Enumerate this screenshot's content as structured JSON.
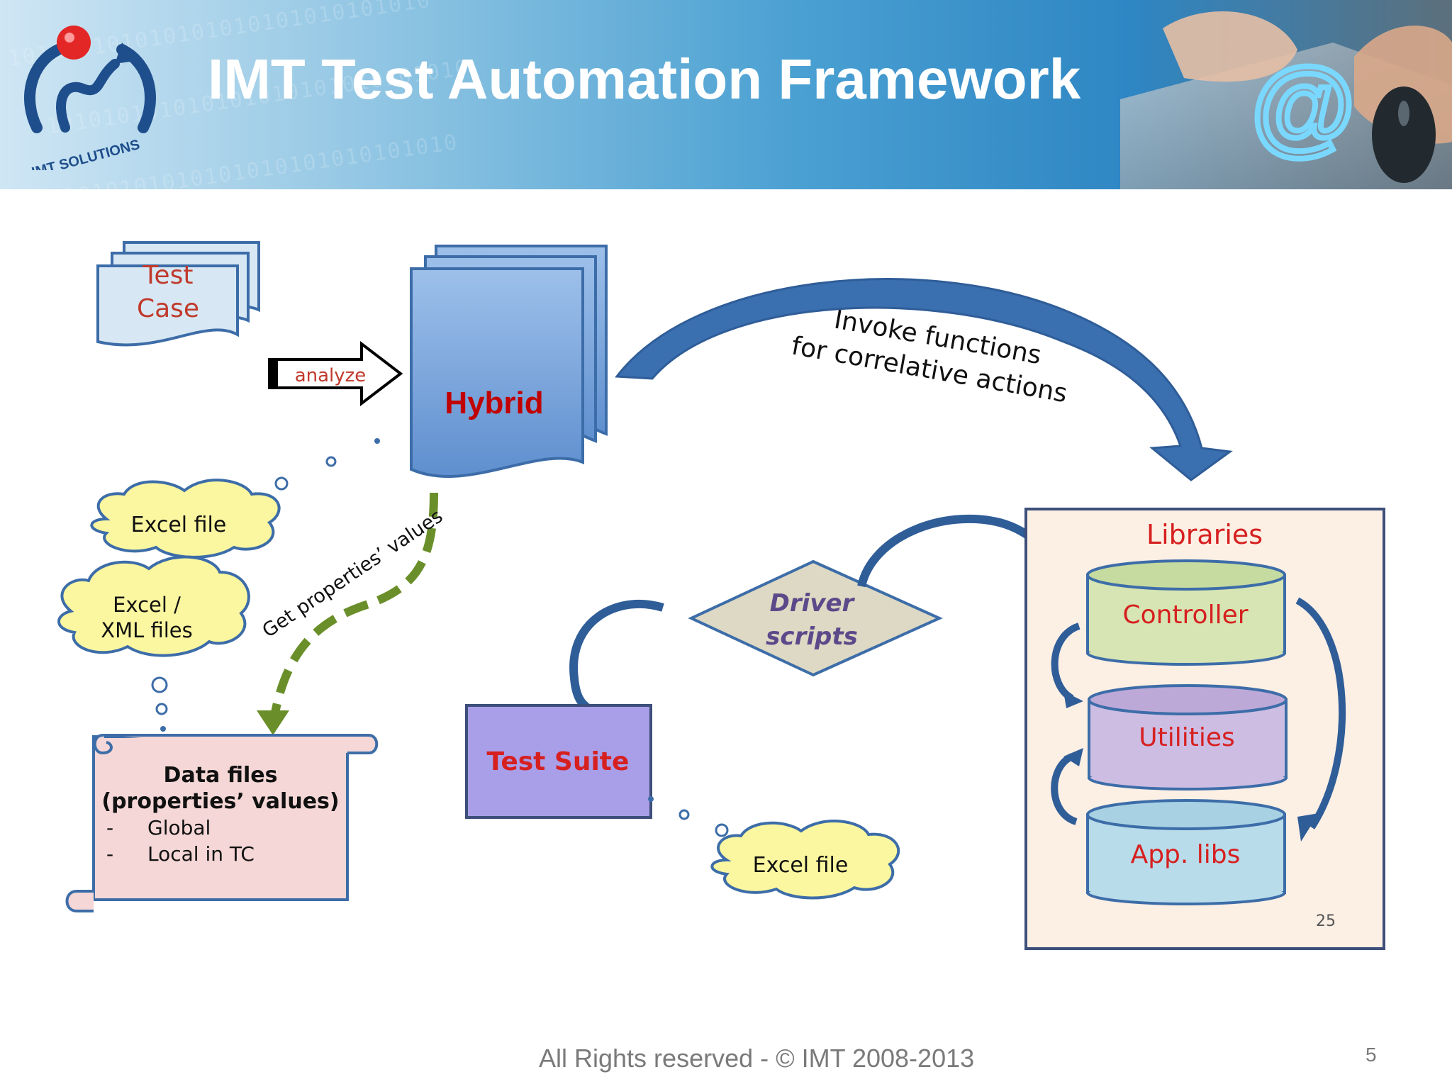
{
  "header": {
    "title": "IMT Test Automation Framework",
    "logo_text": "IMT SOLUTIONS",
    "binary_background": "101010101010101010101010101010",
    "at_symbol": "@"
  },
  "diagram": {
    "test_case": [
      "Test",
      "Case"
    ],
    "analyze_label": "analyze",
    "hybrid_label": "Hybrid",
    "invoke_label": [
      "Invoke functions",
      "for correlative actions"
    ],
    "excel_file_top": "Excel file",
    "excel_xml": [
      "Excel /",
      "XML files"
    ],
    "get_properties_label": "Get properties’ values",
    "data_files": {
      "title": "Data files",
      "subtitle": "(properties’ values)",
      "items": [
        {
          "bullet": "-",
          "text": "Global"
        },
        {
          "bullet": "-",
          "text": "Local in TC"
        }
      ]
    },
    "driver_scripts": [
      "Driver",
      "scripts"
    ],
    "test_suite_label": "Test Suite",
    "excel_file_bottom": "Excel file",
    "libraries": {
      "title": "Libraries",
      "items": [
        "Controller",
        "Utilities",
        "App. libs"
      ],
      "inner_number": "25"
    }
  },
  "footer": {
    "rights": "All Rights reserved -  © IMT 2008-2013",
    "page_number": "5"
  },
  "colors": {
    "title_text": "#ffffff",
    "hybrid_fill": "#7ba6da",
    "hybrid_text": "#c00000",
    "test_case_fill": "#d7e8f4",
    "test_case_text": "#c0392b",
    "cloud_fill": "#fbf7a0",
    "arrow_blue": "#3a6fb0",
    "dashed_green": "#6a8f2a",
    "data_files_fill": "#f4d7d6",
    "diamond_fill": "#ddd9c4",
    "driver_text": "#5a4a8a",
    "test_suite_fill": "#a99ee8",
    "test_suite_text": "#d62020",
    "libraries_bg": "#fcefe4",
    "controller_fill": "#d6e5b3",
    "utilities_fill": "#cdbde3",
    "applibs_fill": "#b9dcea",
    "library_text": "#d62020"
  }
}
